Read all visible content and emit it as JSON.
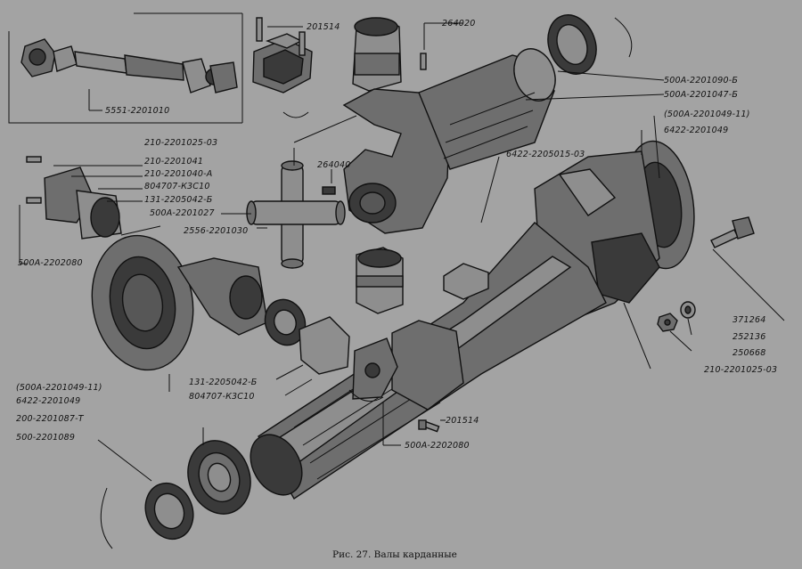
{
  "caption": "Рис. 27. Валы карданные",
  "labels": [
    "201514",
    "264020",
    "500А-2201090-Б",
    "500А-2201047-Б",
    "5551-2201010",
    "(500А-2201049-11)",
    "6422-2201049",
    "210-2201025-03",
    "6422-2205015-03",
    "210-2201041",
    "210-2201040-А",
    "264040",
    "804707-К3С10",
    "131-2205042-Б",
    "500А-2201027",
    "2556-2201030",
    "500А-2202080",
    "371264",
    "252136",
    "250668",
    "210-2201025-03",
    "(500А-2201049-11)",
    "6422-2201049",
    "131-2205042-Б",
    "804707-К3С10",
    "200-2201087-Т",
    "500-2201089",
    "201514",
    "500А-2202080"
  ],
  "colors": {
    "paper": "#a3a3a3",
    "ink": "#111111"
  }
}
